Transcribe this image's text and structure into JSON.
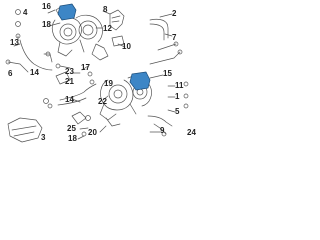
{
  "colors": {
    "line": "#555555",
    "highlight": "#3d86c6",
    "text": "#222222",
    "background": "#ffffff"
  },
  "callouts": {
    "c16": "16",
    "c4": "4",
    "c8": "8",
    "c2": "2",
    "c18a": "18",
    "c12": "12",
    "c7": "7",
    "c13": "13",
    "c10": "10",
    "c6": "6",
    "c14a": "14",
    "c17": "17",
    "c23": "23",
    "c21": "21",
    "c19": "19",
    "c15": "15",
    "c11": "11",
    "c14b": "14",
    "c1": "1",
    "c22": "22",
    "c5": "5",
    "c25": "25",
    "c20": "20",
    "c3": "3",
    "c18b": "18",
    "c9": "9",
    "c24": "24"
  }
}
